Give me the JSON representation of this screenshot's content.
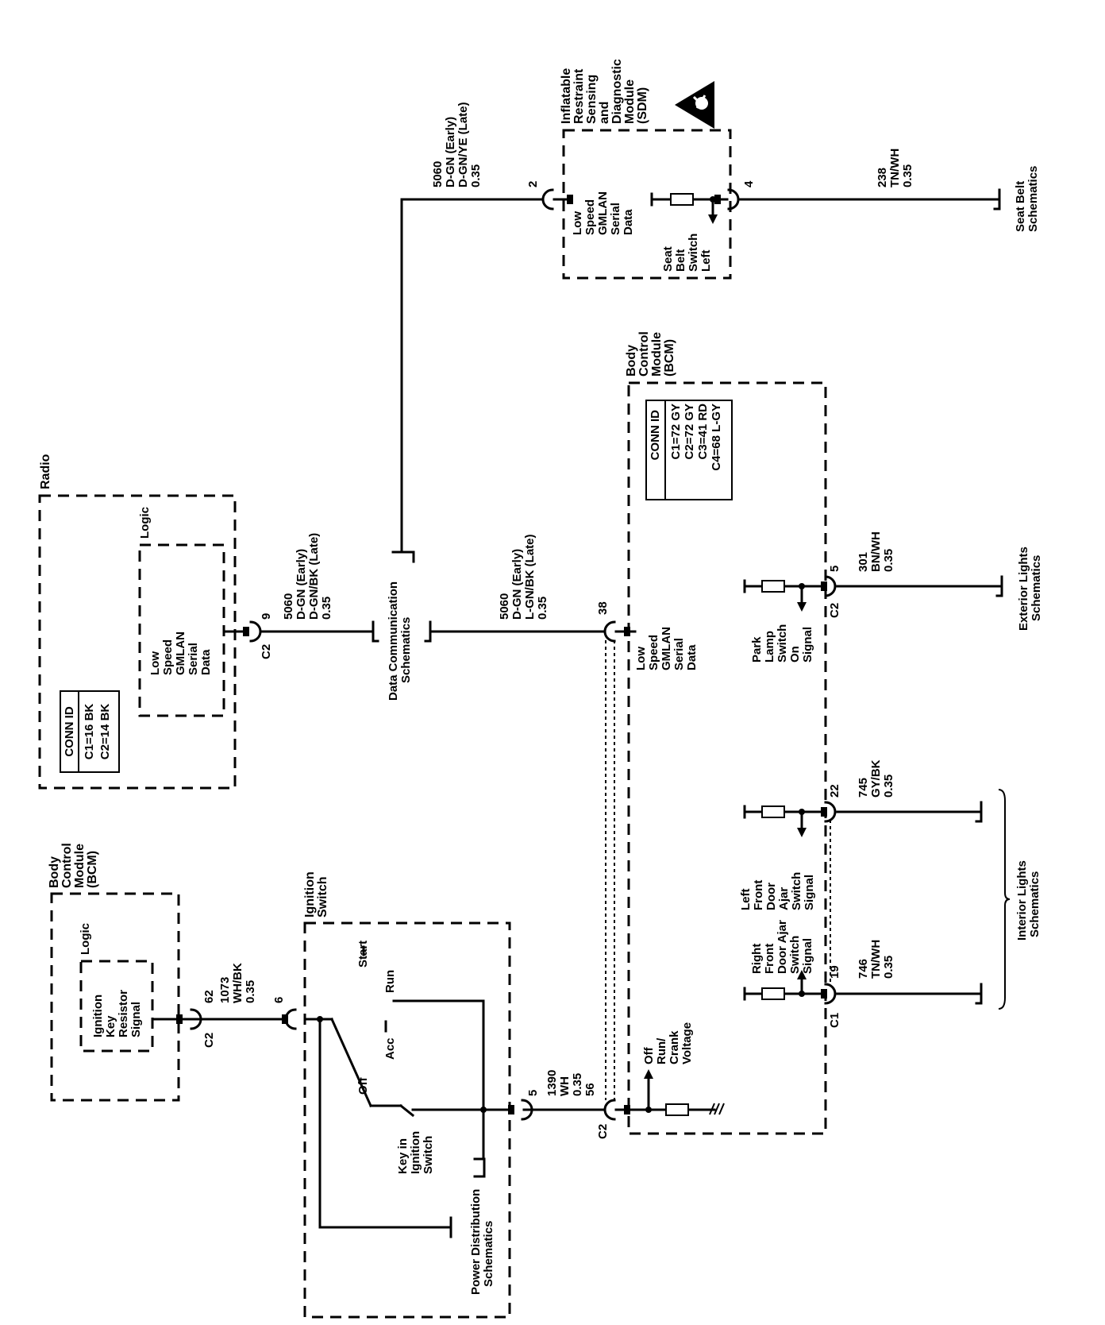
{
  "bcm_top": {
    "title": [
      "Body",
      "Control",
      "Module",
      "(BCM)"
    ]
  },
  "bcm_right": {
    "title": [
      "Body",
      "Control",
      "Module",
      "(BCM)"
    ]
  },
  "sdm": {
    "title": [
      "Inflatable",
      "Restraint",
      "Sensing",
      "and",
      "Diagnostic",
      "Module",
      "(SDM)"
    ]
  },
  "radio": {
    "title": "Radio",
    "logic": "Logic"
  },
  "labels": {
    "logic_bcm": "Logic",
    "ign_key": [
      "Ignition",
      "Key",
      "Resistor",
      "Signal"
    ],
    "radio_lsgmlan": [
      "Low",
      "Speed",
      "GMLAN",
      "Serial",
      "Data"
    ],
    "sdm_lsgmlan": [
      "Low",
      "Speed",
      "GMLAN",
      "Serial",
      "Data"
    ],
    "bcm_lsgmlan": [
      "Low",
      "Speed",
      "GMLAN",
      "Serial",
      "Data"
    ],
    "seat_belt_sw": [
      "Seat",
      "Belt",
      "Switch",
      "Left"
    ],
    "park_lamp": [
      "Park",
      "Lamp",
      "Switch",
      "On",
      "Signal"
    ],
    "left_door": [
      "Left",
      "Front",
      "Door",
      "Ajar",
      "Switch",
      "Signal"
    ],
    "right_door": [
      "Right",
      "Front",
      "Door Ajar",
      "Switch",
      "Signal"
    ],
    "off_run": [
      "Off",
      "Run/",
      "Crank",
      "Voltage"
    ],
    "ign_switch": [
      "Ignition",
      "Switch"
    ],
    "start": "Start",
    "run": "Run",
    "acc": "Acc",
    "off": "Off",
    "key_in": [
      "Key in",
      "Ignition",
      "Switch"
    ],
    "power_dist": [
      "Power Distribution",
      "Schematics"
    ],
    "data_comm": [
      "Data Communication",
      "Schematics"
    ],
    "seat_belt_sch": [
      "Seat Belt",
      "Schematics"
    ],
    "ext_lights": [
      "Exterior Lights",
      "Schematics"
    ],
    "int_lights": [
      "Interior Lights",
      "Schematics"
    ]
  },
  "radio_conn": {
    "header": "CONN ID",
    "rows": [
      "C1=16 BK",
      "C2=14 BK"
    ]
  },
  "bcm_conn": {
    "header": "CONN ID",
    "rows": [
      "C1=72 GY",
      "C2=72 GY",
      "C3=41 RD",
      "C4=68 L-GY"
    ]
  },
  "wires": {
    "w1073": [
      "1073",
      "WH/BK",
      "0.35"
    ],
    "w1390": [
      "1390",
      "WH",
      "0.35"
    ],
    "w5060_radio": [
      "5060",
      "D-GN (Early)",
      "D-GN/BK (Late)",
      "0.35"
    ],
    "w5060_bcm": [
      "5060",
      "D-GN (Early)",
      "L-GN/BK (Late)",
      "0.35"
    ],
    "w5060_sdm": [
      "5060",
      "D-GN (Early)",
      "D-GN/YE (Late)",
      "0.35"
    ],
    "w238": [
      "238",
      "TN/WH",
      "0.35"
    ],
    "w301": [
      "301",
      "BN/WH",
      "0.35"
    ],
    "w745": [
      "745",
      "GY/BK",
      "0.35"
    ],
    "w746": [
      "746",
      "TN/WH",
      "0.35"
    ]
  },
  "pins": {
    "p62": "62",
    "c2_a": "C2",
    "p6": "6",
    "p5": "5",
    "p56": "56",
    "c2_b": "C2",
    "p9": "9",
    "c2_c": "C2",
    "p38": "38",
    "p2": "2",
    "p4": "4",
    "p5b": "5",
    "c2_d": "C2",
    "p22": "22",
    "p19": "19",
    "c1": "C1"
  }
}
